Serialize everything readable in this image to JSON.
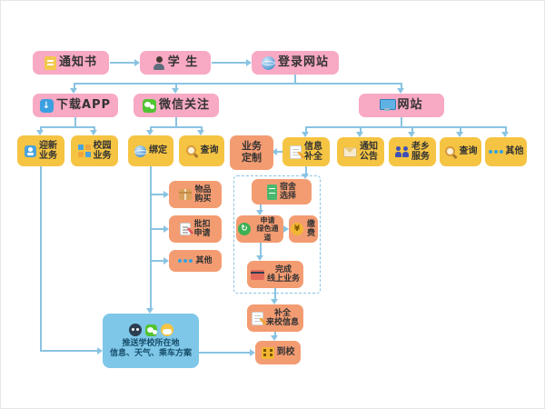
{
  "colors": {
    "pink": "#F8A9C4",
    "yellow": "#F5C443",
    "salmon": "#F39C72",
    "blue_panel": "#7EC7E8",
    "arrow": "#8AC3E2"
  },
  "nodes": {
    "notification": {
      "label": "通知书",
      "icon": "document-icon"
    },
    "student": {
      "label": "学 生",
      "icon": "student-icon"
    },
    "login_site": {
      "label": "登录网站",
      "icon": "globe-icon"
    },
    "download_app": {
      "label": "下载APP",
      "icon": "app-download-icon"
    },
    "wechat_follow": {
      "label": "微信关注",
      "icon": "wechat-icon"
    },
    "website": {
      "label": "网站",
      "icon": "monitor-icon"
    },
    "welcome_services": {
      "label": "迎新\n业务",
      "icon": "welcome-badge-icon"
    },
    "campus_services": {
      "label": "校园\n业务",
      "icon": "campus-grid-icon"
    },
    "bind": {
      "label": "绑定",
      "icon": "globe-icon"
    },
    "wechat_query": {
      "label": "查询",
      "icon": "magnifier-icon"
    },
    "service_custom": {
      "label": "业务\n定制"
    },
    "info_completion": {
      "label": "信息\n补全",
      "icon": "form-pencil-icon"
    },
    "notices": {
      "label": "通知\n公告",
      "icon": "mail-icon"
    },
    "hometown_services": {
      "label": "老乡\n服务",
      "icon": "people-icon"
    },
    "web_query": {
      "label": "查询",
      "icon": "magnifier-icon"
    },
    "web_other": {
      "label": "其他",
      "icon": "dots-icon"
    },
    "item_purchase": {
      "label": "物品\n购买",
      "icon": "package-icon"
    },
    "batch_deduction": {
      "label": "批扣\n申请",
      "icon": "document-pen-icon"
    },
    "wechat_other": {
      "label": "其他",
      "icon": "dots-icon"
    },
    "dorm_selection": {
      "label": "宿舍\n选择",
      "icon": "cabinet-icon"
    },
    "green_channel": {
      "label": "申请\n绿色通道",
      "icon": "recycle-icon"
    },
    "payment": {
      "label": "缴费",
      "icon": "money-icon"
    },
    "complete_online": {
      "label": "完成\n线上业务",
      "icon": "bank-card-icon"
    },
    "arrival_info": {
      "label": "补全\n来校信息",
      "icon": "form-pencil-icon"
    },
    "arrive_school": {
      "label": "到校",
      "icon": "school-building-icon"
    },
    "push_panel": {
      "label": "推送学校所在地\n信息、天气、乘车方案",
      "icons": [
        "chat-icon",
        "wechat-icon",
        "weather-icon"
      ]
    }
  }
}
